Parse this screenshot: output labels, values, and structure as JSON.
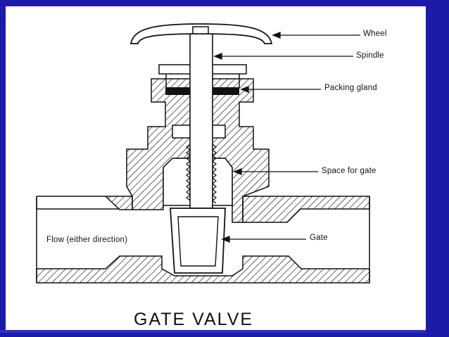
{
  "diagram": {
    "labels": {
      "wheel": "Wheel",
      "spindle": "Spindle",
      "packing_gland": "Packing gland",
      "space_for_gate": "Space for gate",
      "gate": "Gate",
      "flow": "Flow (either direction)"
    },
    "caption": "GATE VALVE"
  },
  "colors": {
    "frame": "#1b1ba8",
    "ink": "#111111",
    "background": "#ffffff"
  }
}
